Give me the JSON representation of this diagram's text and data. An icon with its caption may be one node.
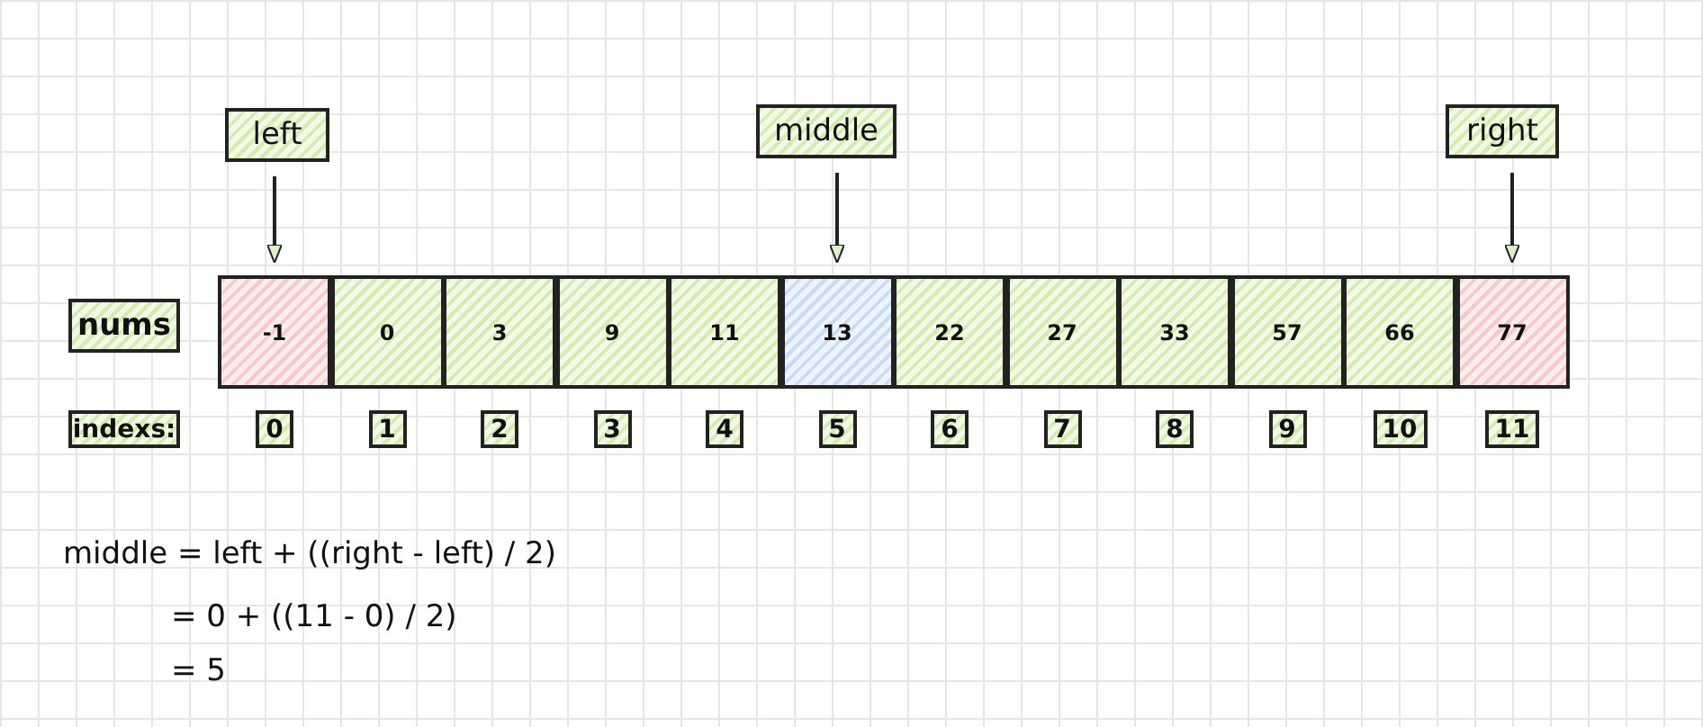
{
  "diagram": {
    "nodes": [
      {
        "text": [
          "left"
        ]
      },
      {
        "text": [
          "middle"
        ]
      },
      {
        "text": [
          "right"
        ]
      },
      {
        "text": [
          "nums"
        ]
      },
      {
        "text": [
          "-1"
        ]
      },
      {
        "text": [
          "0"
        ]
      },
      {
        "text": [
          "3"
        ]
      },
      {
        "text": [
          "9"
        ]
      },
      {
        "text": [
          "11"
        ]
      },
      {
        "text": [
          "13"
        ]
      },
      {
        "text": [
          "22"
        ]
      },
      {
        "text": [
          "27"
        ]
      },
      {
        "text": [
          "33"
        ]
      },
      {
        "text": [
          "57"
        ]
      },
      {
        "text": [
          "66"
        ]
      },
      {
        "text": [
          "77"
        ]
      },
      {
        "text": [
          "indexs:"
        ]
      },
      {
        "text": [
          "0"
        ]
      },
      {
        "text": [
          "1"
        ]
      },
      {
        "text": [
          "2"
        ]
      },
      {
        "text": [
          "3"
        ]
      },
      {
        "text": [
          "4"
        ]
      },
      {
        "text": [
          "5"
        ]
      },
      {
        "text": [
          "6"
        ]
      },
      {
        "text": [
          "7"
        ]
      },
      {
        "text": [
          "8"
        ]
      },
      {
        "text": [
          "9"
        ]
      },
      {
        "text": [
          "10"
        ]
      },
      {
        "text": [
          "11"
        ]
      }
    ],
    "edges": [
      {
        "from": 0,
        "to": 4,
        "arrow": "to"
      },
      {
        "from": 1,
        "to": 9,
        "arrow": "to"
      },
      {
        "from": 2,
        "to": 15,
        "arrow": "to"
      }
    ],
    "labels": [
      "middle = left + ((right - left) / 2)",
      "= 0 + ((11 - 0) / 2)",
      "= 5"
    ]
  }
}
